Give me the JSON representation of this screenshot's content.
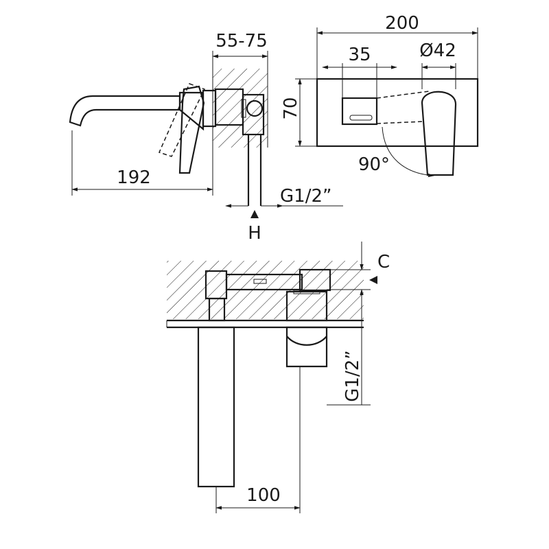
{
  "dimensions": {
    "spout_length": "192",
    "wall_depth": "55-75",
    "plate_width": "200",
    "lever_offset": "35",
    "handle_diameter": "Ø42",
    "plate_height": "70",
    "rotation_angle": "90°",
    "thread_top": "G1/2”",
    "thread_bottom": "G1/2”",
    "spout_projection": "100"
  },
  "markers": {
    "hot_label": "H",
    "cold_label": "C"
  }
}
